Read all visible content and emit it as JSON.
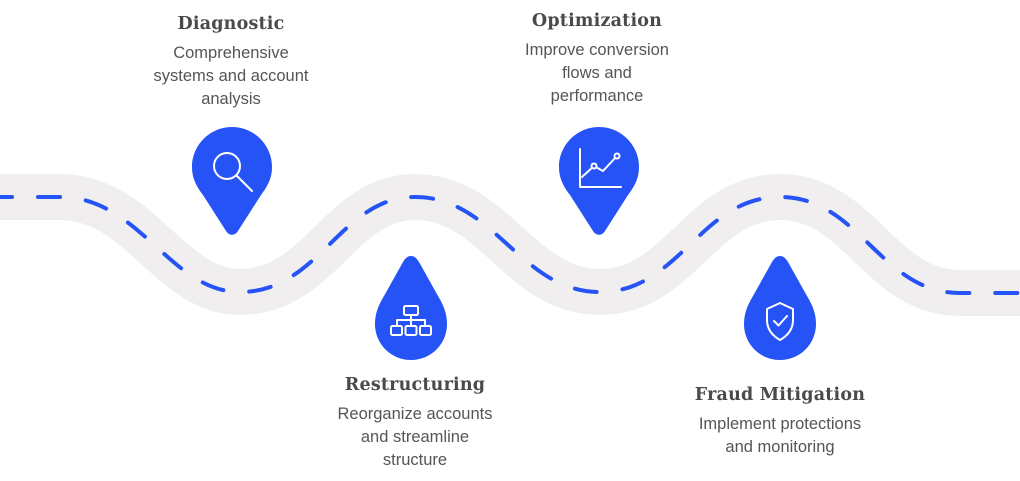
{
  "colors": {
    "accent": "#2653f5",
    "road": "#f1eef0",
    "icon_stroke": "#ffffff",
    "title_text": "#4a4a4a",
    "desc_text": "#555555"
  },
  "steps": [
    {
      "title": "Diagnostic",
      "description": "Comprehensive\nsystems and account\nanalysis",
      "icon": "magnifier-icon",
      "marker": "map-pin"
    },
    {
      "title": "Restructuring",
      "description": "Reorganize accounts\nand streamline\nstructure",
      "icon": "org-chart-icon",
      "marker": "droplet"
    },
    {
      "title": "Optimization",
      "description": "Improve conversion\nflows and\nperformance",
      "icon": "line-chart-icon",
      "marker": "map-pin"
    },
    {
      "title": "Fraud Mitigation",
      "description": "Implement protections\nand monitoring",
      "icon": "shield-check-icon",
      "marker": "droplet"
    }
  ]
}
